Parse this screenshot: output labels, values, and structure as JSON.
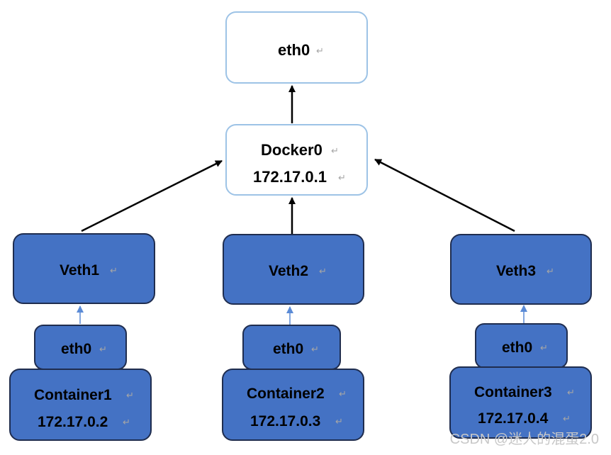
{
  "top_node": {
    "line1": "eth0",
    "return_mark": "↵"
  },
  "bridge_node": {
    "name": "Docker0",
    "ip": "172.17.0.1"
  },
  "groups": [
    {
      "veth": "Veth1",
      "eth": "eth0",
      "container": "Container1",
      "ip": "172.17.0.2"
    },
    {
      "veth": "Veth2",
      "eth": "eth0",
      "container": "Container2",
      "ip": "172.17.0.3"
    },
    {
      "veth": "Veth3",
      "eth": "eth0",
      "container": "Container3",
      "ip": "172.17.0.4"
    }
  ],
  "watermark": "CSDN @迷人的混蛋2.0",
  "colors": {
    "node_fill_blue": "#4472c4",
    "node_stroke_dark": "#1f2d4f",
    "light_node_stroke": "#9dc3e6",
    "arrow_black": "#000000",
    "arrow_blue": "#5b8bd6"
  }
}
